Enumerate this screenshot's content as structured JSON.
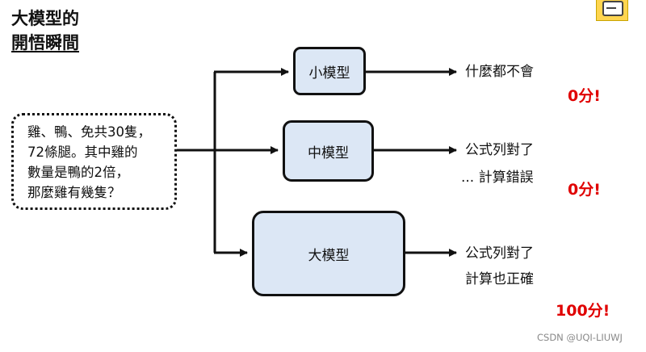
{
  "title": {
    "line1": "大模型的",
    "line2": "開悟瞬間"
  },
  "question": {
    "line1": "雞、鴨、免共30隻，",
    "line2": "72條腿。其中雞的",
    "line3": "數量是鴨的2倍，",
    "line4": "那麼雞有幾隻？"
  },
  "models": {
    "small": {
      "label": "小模型",
      "result_line1": "什麼都不會",
      "score": "0分!"
    },
    "medium": {
      "label": "中模型",
      "result_line1": "公式列對了",
      "result_line2": "... 計算錯誤",
      "score": "0分!"
    },
    "large": {
      "label": "大模型",
      "result_line1": "公式列對了",
      "result_line2": "計算也正確",
      "score": "100分!"
    }
  },
  "watermark": "CSDN @UQI-LIUWJ",
  "icons": {
    "note": "comment-note-icon"
  },
  "colors": {
    "box_fill": "#dce7f5",
    "score": "#e00000",
    "border": "#111111"
  }
}
